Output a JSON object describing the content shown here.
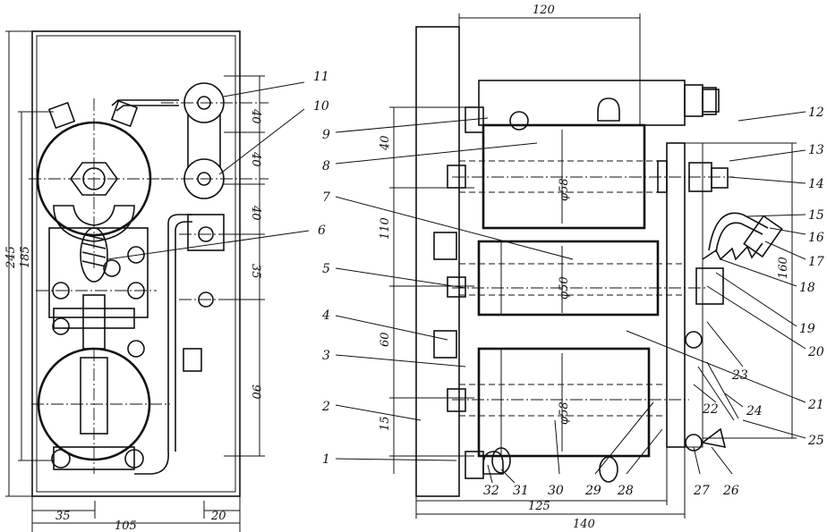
{
  "left_view": {
    "callouts": [
      "11",
      "10",
      "6"
    ],
    "dims": {
      "d40a": "40",
      "d40b": "40",
      "d40c": "40",
      "d35r": "35",
      "d90": "90",
      "d245": "245",
      "d185": "185",
      "d35b": "35",
      "d105": "105",
      "d20": "20"
    }
  },
  "right_view": {
    "callouts": [
      "12",
      "9",
      "8",
      "13",
      "14",
      "7",
      "15",
      "16",
      "17",
      "5",
      "18",
      "19",
      "4",
      "20",
      "3",
      "23",
      "21",
      "2",
      "22",
      "24",
      "25",
      "1",
      "32",
      "31",
      "30",
      "29",
      "28",
      "27",
      "26"
    ],
    "dims": {
      "d120": "120",
      "d40": "40",
      "d110": "110",
      "d60": "60",
      "d15": "15",
      "phi58a": "φ58",
      "phi50": "φ50",
      "phi58b": "φ58",
      "d160": "160",
      "d125": "125",
      "d140": "140"
    }
  }
}
